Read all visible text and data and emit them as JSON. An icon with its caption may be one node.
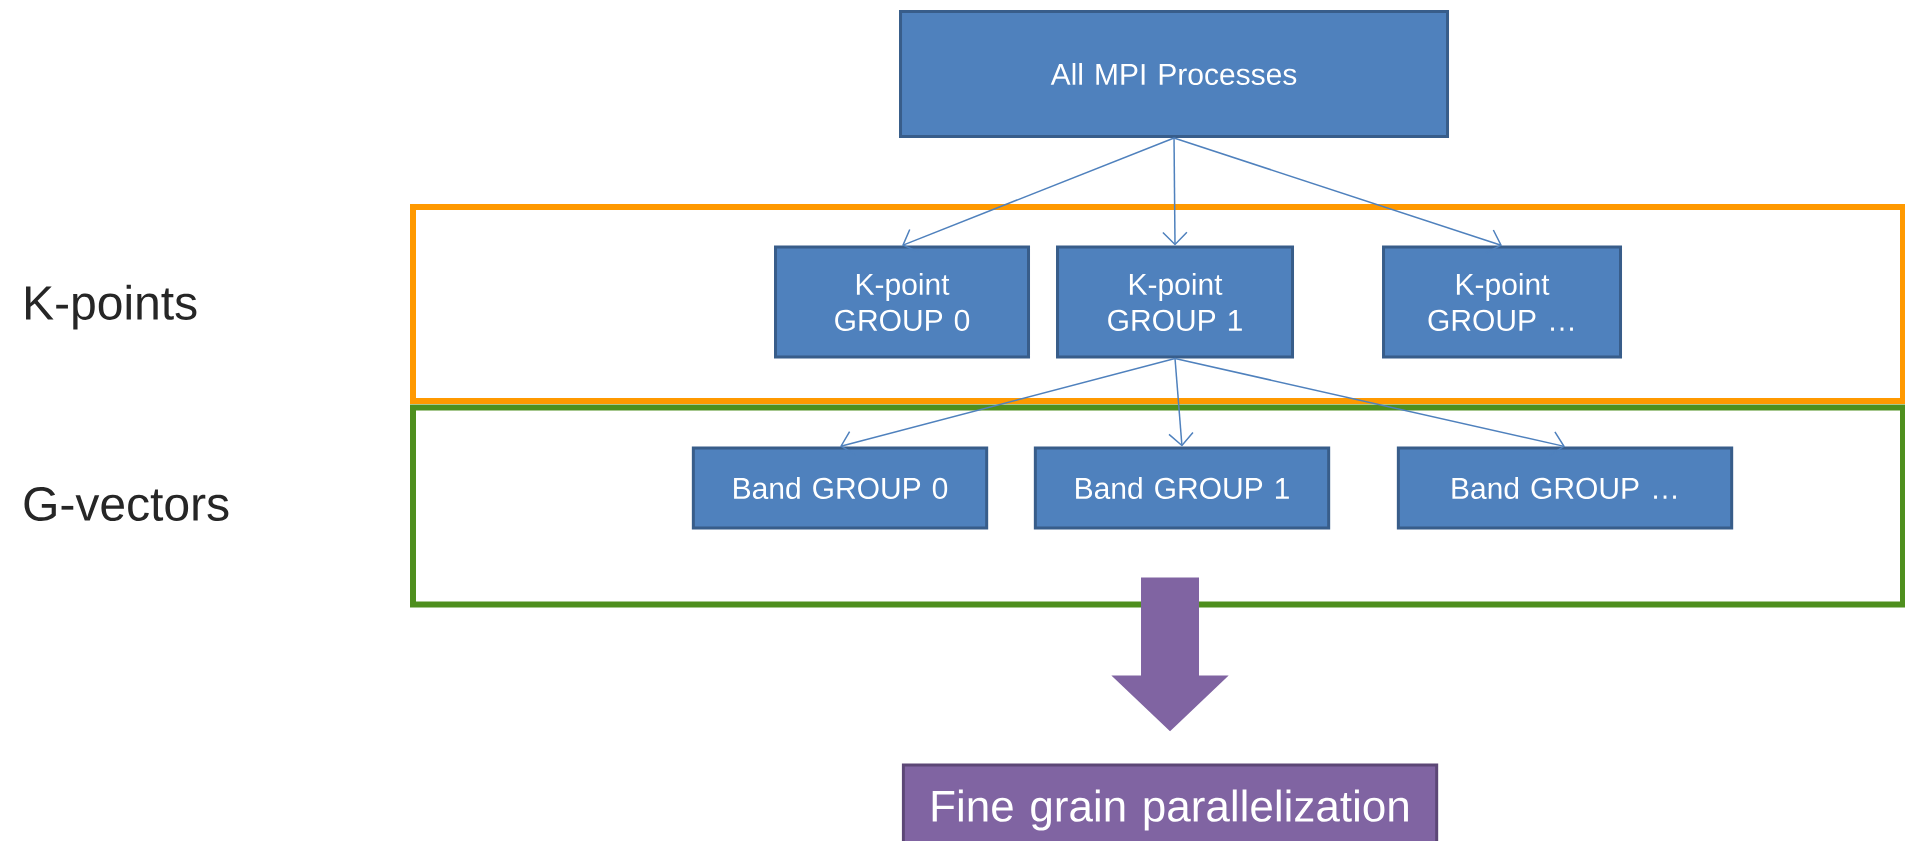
{
  "diagram": {
    "nodes": [
      {
        "text": [
          "All MPI Processes"
        ]
      },
      {
        "text": [
          "K-points"
        ]
      },
      {
        "text": [
          "K-point GROUP 0"
        ],
        "in": 1
      },
      {
        "text": [
          "K-point GROUP 1"
        ],
        "in": 1
      },
      {
        "text": [
          "K-point GROUP …"
        ],
        "in": 1
      },
      {
        "text": [
          "G-vectors"
        ]
      },
      {
        "text": [
          "Band GROUP 0"
        ],
        "in": 5
      },
      {
        "text": [
          "Band GROUP 1"
        ],
        "in": 5
      },
      {
        "text": [
          "Band GROUP …"
        ],
        "in": 5
      },
      {
        "text": [
          "Fine grain parallelization"
        ]
      }
    ],
    "edges": [
      {
        "from": 0,
        "to": 2,
        "arrow": "to"
      },
      {
        "from": 0,
        "to": 3,
        "arrow": "to"
      },
      {
        "from": 0,
        "to": 4,
        "arrow": "to"
      },
      {
        "from": 3,
        "to": 6,
        "arrow": "to"
      },
      {
        "from": 3,
        "to": 7,
        "arrow": "to"
      },
      {
        "from": 3,
        "to": 8,
        "arrow": "to"
      },
      {
        "from": 5,
        "to": 9,
        "arrow": "to",
        "style": "thick",
        "color": "#8064a2"
      }
    ]
  }
}
